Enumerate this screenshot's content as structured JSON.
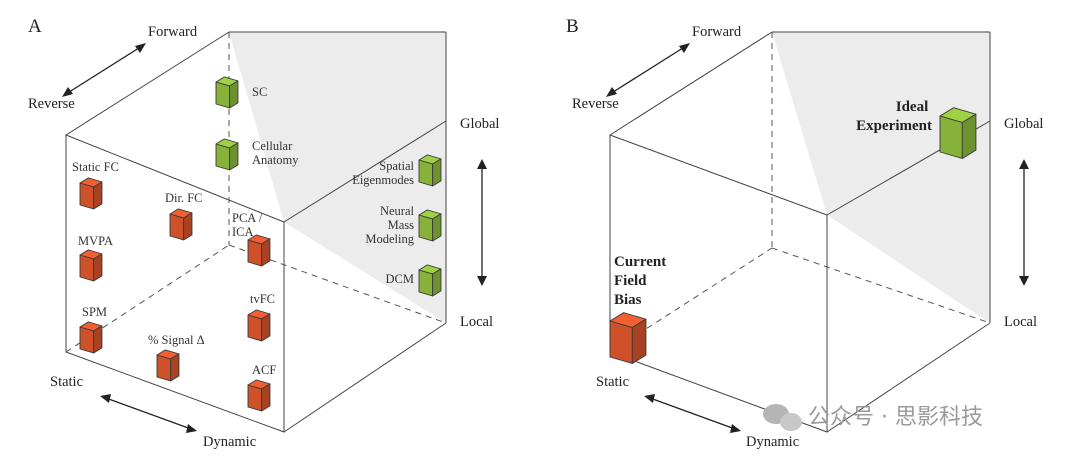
{
  "colors": {
    "red": "#d9552b",
    "green": "#8dbb3c",
    "shade": "#ececec"
  },
  "panel_a": {
    "letter": "A",
    "axes": {
      "forward": "Forward",
      "reverse": "Reverse",
      "global": "Global",
      "local": "Local",
      "static": "Static",
      "dynamic": "Dynamic"
    },
    "cubes": [
      {
        "id": "sc",
        "lines": [
          "SC"
        ],
        "color": "green"
      },
      {
        "id": "cellular",
        "lines": [
          "Cellular",
          "Anatomy"
        ],
        "color": "green"
      },
      {
        "id": "spatial",
        "lines": [
          "Spatial",
          "Eigenmodes"
        ],
        "color": "green"
      },
      {
        "id": "neural",
        "lines": [
          "Neural",
          "Mass",
          "Modeling"
        ],
        "color": "green"
      },
      {
        "id": "dcm",
        "lines": [
          "DCM"
        ],
        "color": "green"
      },
      {
        "id": "staticfc",
        "lines": [
          "Static FC"
        ],
        "color": "red"
      },
      {
        "id": "dirfc",
        "lines": [
          "Dir. FC"
        ],
        "color": "red"
      },
      {
        "id": "pcaica",
        "lines": [
          "PCA /",
          "ICA"
        ],
        "color": "red"
      },
      {
        "id": "mvpa",
        "lines": [
          "MVPA"
        ],
        "color": "red"
      },
      {
        "id": "spm",
        "lines": [
          "SPM"
        ],
        "color": "red"
      },
      {
        "id": "signal",
        "lines": [
          "% Signal Δ"
        ],
        "color": "red"
      },
      {
        "id": "tvfc",
        "lines": [
          "tvFC"
        ],
        "color": "red"
      },
      {
        "id": "acf",
        "lines": [
          "ACF"
        ],
        "color": "red"
      }
    ]
  },
  "panel_b": {
    "letter": "B",
    "axes": {
      "forward": "Forward",
      "reverse": "Reverse",
      "global": "Global",
      "local": "Local",
      "static": "Static",
      "dynamic": "Dynamic"
    },
    "ideal": [
      "Ideal",
      "Experiment"
    ],
    "current": [
      "Current",
      "Field",
      "Bias"
    ]
  },
  "watermark": "公众号 · 思影科技"
}
